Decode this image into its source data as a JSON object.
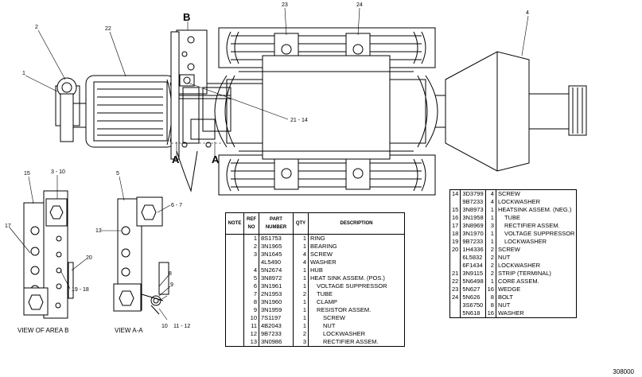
{
  "callouts": {
    "c1": "1",
    "c2": "2",
    "c22": "22",
    "c23": "23",
    "c24": "24",
    "c4": "4",
    "c21_14": "21 - 14",
    "sectionB": "B",
    "sectionA1": "A",
    "sectionA2": "A",
    "c15": "15",
    "c3_10": "3 - 10",
    "c17": "17",
    "c20": "20",
    "c19_18": "19 - 18",
    "c5": "5",
    "c6_7": "6 - 7",
    "c13": "13",
    "c8": "8",
    "c9": "9",
    "c10": "10",
    "c11_12": "11 - 12"
  },
  "captions": {
    "view_b": "VIEW OF AREA B",
    "view_a": "VIEW A-A"
  },
  "parts_left": {
    "headers": {
      "note": "NOTE",
      "ref": "REF NO",
      "part": "PART NUMBER",
      "qty": "QTY",
      "desc": "DESCRIPTION"
    },
    "rows": [
      {
        "ref": "1",
        "part": "8S1753",
        "qty": "1",
        "desc": "RING",
        "ind": 0
      },
      {
        "ref": "2",
        "part": "3N1965",
        "qty": "1",
        "desc": "BEARING",
        "ind": 0
      },
      {
        "ref": "3",
        "part": "3N1645",
        "qty": "4",
        "desc": "SCREW",
        "ind": 0
      },
      {
        "ref": "",
        "part": "4L5490",
        "qty": "4",
        "desc": "WASHER",
        "ind": 0
      },
      {
        "ref": "4",
        "part": "5N2674",
        "qty": "1",
        "desc": "HUB",
        "ind": 0
      },
      {
        "ref": "5",
        "part": "3N8972",
        "qty": "1",
        "desc": "HEAT SINK ASSEM. (POS.)",
        "ind": 0
      },
      {
        "ref": "6",
        "part": "3N1961",
        "qty": "1",
        "desc": "VOLTAGE SUPPRESSOR",
        "ind": 1
      },
      {
        "ref": "7",
        "part": "2N1953",
        "qty": "2",
        "desc": "TUBE",
        "ind": 1
      },
      {
        "ref": "8",
        "part": "3N1960",
        "qty": "1",
        "desc": "CLAMP",
        "ind": 1
      },
      {
        "ref": "9",
        "part": "3N1959",
        "qty": "1",
        "desc": "RESISTOR ASSEM.",
        "ind": 1
      },
      {
        "ref": "10",
        "part": "7S1197",
        "qty": "1",
        "desc": "SCREW",
        "ind": 2
      },
      {
        "ref": "11",
        "part": "4B2043",
        "qty": "1",
        "desc": "NUT",
        "ind": 2
      },
      {
        "ref": "12",
        "part": "9B7233",
        "qty": "2",
        "desc": "LOCKWASHER",
        "ind": 2
      },
      {
        "ref": "13",
        "part": "3N0986",
        "qty": "3",
        "desc": "RECTIFIER ASSEM.",
        "ind": 2
      }
    ]
  },
  "parts_right": {
    "rows": [
      {
        "ref": "14",
        "part": "3D3799",
        "qty": "4",
        "desc": "SCREW",
        "ind": 0
      },
      {
        "ref": "",
        "part": "9B7233",
        "qty": "4",
        "desc": "LOCKWASHER",
        "ind": 0
      },
      {
        "ref": "15",
        "part": "3N8973",
        "qty": "1",
        "desc": "HEATSINK ASSEM. (NEG.)",
        "ind": 0
      },
      {
        "ref": "16",
        "part": "3N1958",
        "qty": "1",
        "desc": "TUBE",
        "ind": 1
      },
      {
        "ref": "17",
        "part": "3N8969",
        "qty": "3",
        "desc": "RECTIFIER ASSEM.",
        "ind": 1
      },
      {
        "ref": "18",
        "part": "3N1970",
        "qty": "1",
        "desc": "VOLTAGE SUPPRESSOR",
        "ind": 1
      },
      {
        "ref": "19",
        "part": "9B7233",
        "qty": "1",
        "desc": "LOCKWASHER",
        "ind": 1
      },
      {
        "ref": "20",
        "part": "1H4336",
        "qty": "2",
        "desc": "SCREW",
        "ind": 0
      },
      {
        "ref": "",
        "part": "6L5832",
        "qty": "2",
        "desc": "NUT",
        "ind": 0
      },
      {
        "ref": "",
        "part": "6F1434",
        "qty": "2",
        "desc": "LOCKWASHER",
        "ind": 0
      },
      {
        "ref": "21",
        "part": "3N9115",
        "qty": "2",
        "desc": "STRIP (TERMINAL)",
        "ind": 0
      },
      {
        "ref": "22",
        "part": "5N6498",
        "qty": "1",
        "desc": "CORE ASSEM.",
        "ind": 0
      },
      {
        "ref": "23",
        "part": "5N627",
        "qty": "16",
        "desc": "WEDGE",
        "ind": 0
      },
      {
        "ref": "24",
        "part": "5N626",
        "qty": "8",
        "desc": "BOLT",
        "ind": 0
      },
      {
        "ref": "",
        "part": "3S6750",
        "qty": "8",
        "desc": "NUT",
        "ind": 0
      },
      {
        "ref": "",
        "part": "5N618",
        "qty": "16",
        "desc": "WASHER",
        "ind": 0
      }
    ]
  },
  "page_code": "308000"
}
